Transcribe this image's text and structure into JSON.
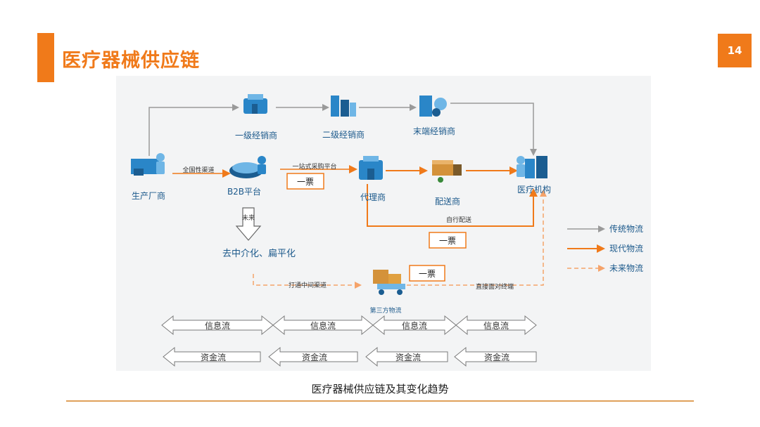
{
  "header": {
    "title": "医疗器械供应链",
    "page_number": "14"
  },
  "caption": "医疗器械供应链及其变化趋势",
  "nodes": {
    "first_distributor": "一级经销商",
    "second_distributor": "二级经销商",
    "terminal_distributor": "末端经销商",
    "manufacturer": "生产厂商",
    "b2b_platform": "B2B平台",
    "agent": "代理商",
    "delivery": "配送商",
    "medical_institution": "医疗机构",
    "third_party_logistics": "第三方物流"
  },
  "labels": {
    "full_channel": "全国性渠道",
    "one_stop": "一站式采购平台",
    "self_delivery": "自行配送",
    "future": "未来",
    "decentralize": "去中介化、扁平化",
    "open_channel": "打通中间渠道",
    "direct": "直接面对终端",
    "ticket": "一票"
  },
  "legend": {
    "traditional": "传统物流",
    "modern": "现代物流",
    "future": "未来物流"
  },
  "colors": {
    "accent": "#f07a1a",
    "traditional": "#9a9a9a",
    "modern": "#f07a1a",
    "flow_blue": "#1d5a8c"
  },
  "flows": {
    "info": [
      "信息流",
      "信息流",
      "信息流",
      "信息流"
    ],
    "capital": [
      "资金流",
      "资金流",
      "资金流",
      "资金流"
    ]
  }
}
